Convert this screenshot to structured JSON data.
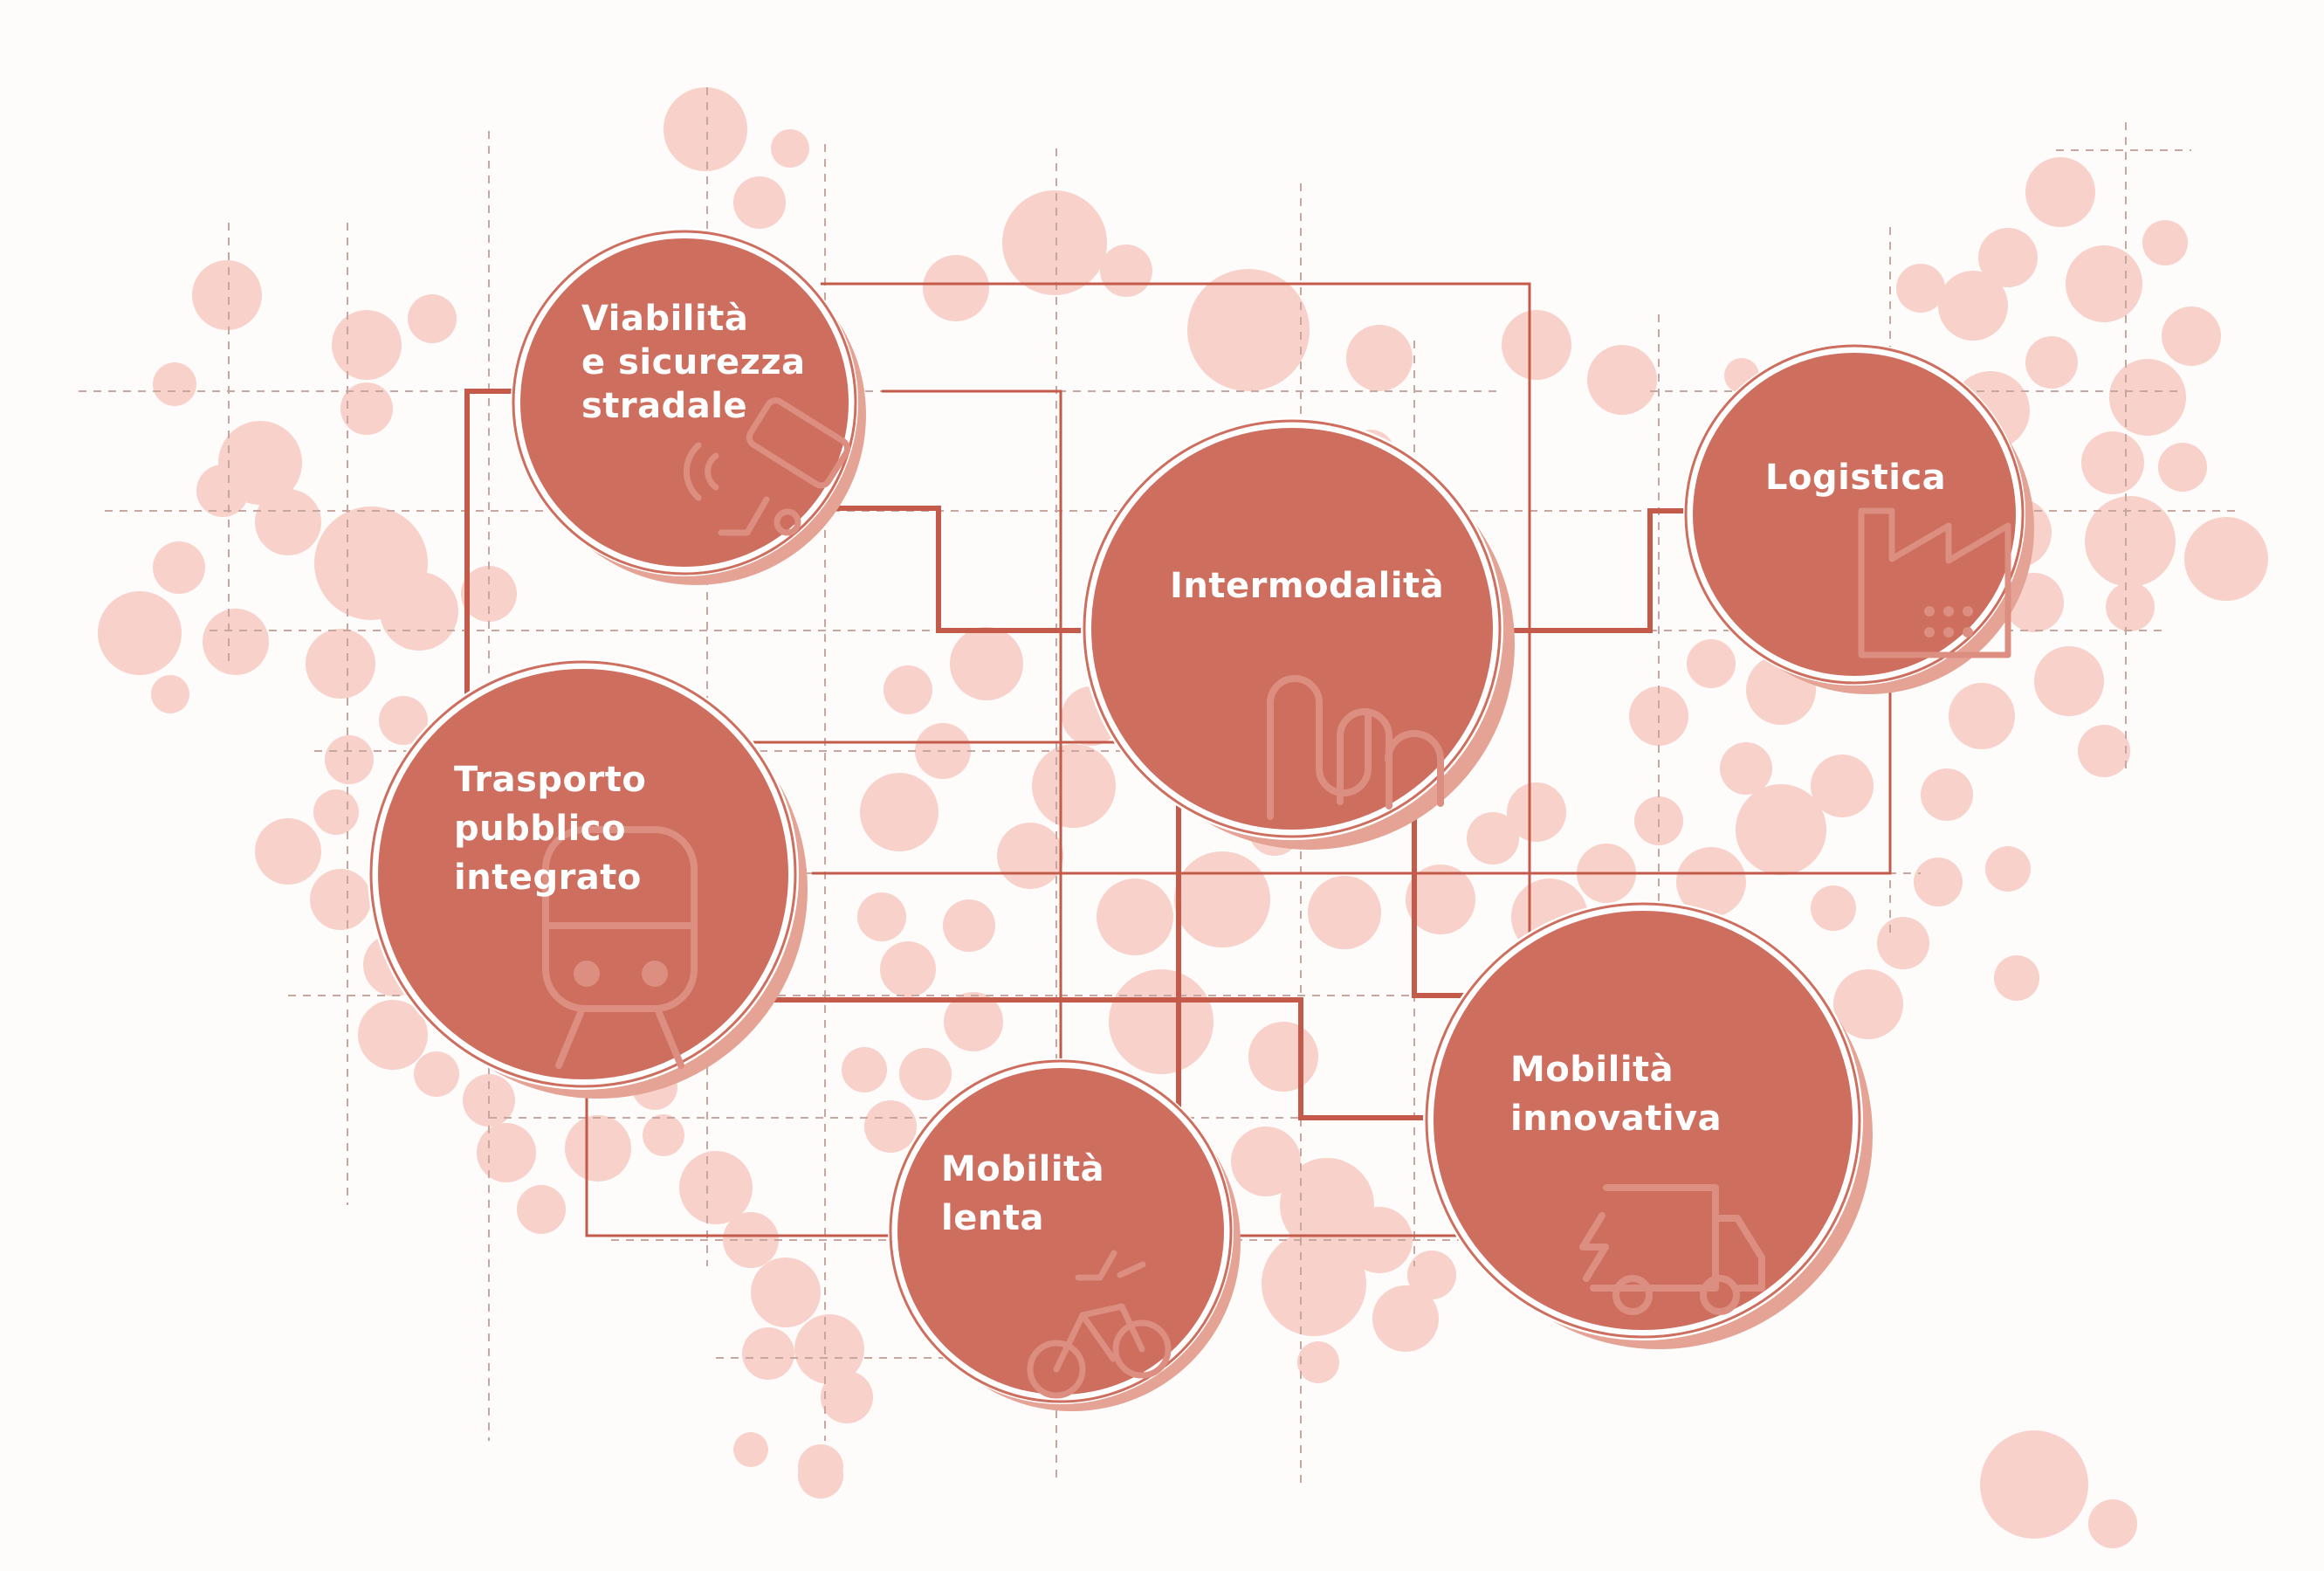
{
  "colors": {
    "background": "#fefcfb",
    "bubble": "#f7d1ca",
    "node_fill": "#cd6e5e",
    "node_shadow": "#e4a394",
    "node_ring": "#ffffff",
    "connector": "#c35a4a",
    "grid": "#c8a7a1"
  },
  "nodes": [
    {
      "id": "viabilita",
      "label_lines": [
        "Viabilità",
        "e sicurezza",
        "stradale"
      ],
      "icon": "traffic-camera-icon"
    },
    {
      "id": "intermodalita",
      "label_lines": [
        "Intermodalità"
      ],
      "icon": "transfer-arrows-icon"
    },
    {
      "id": "logistica",
      "label_lines": [
        "Logistica"
      ],
      "icon": "factory-icon"
    },
    {
      "id": "trasporto",
      "label_lines": [
        "Trasporto",
        "pubblico",
        "integrato"
      ],
      "icon": "train-icon"
    },
    {
      "id": "mobilita-lenta",
      "label_lines": [
        "Mobilità",
        "lenta"
      ],
      "icon": "bicycle-icon"
    },
    {
      "id": "mobilita-innovativa",
      "label_lines": [
        "Mobilità",
        "innovativa"
      ],
      "icon": "electric-van-icon"
    }
  ]
}
